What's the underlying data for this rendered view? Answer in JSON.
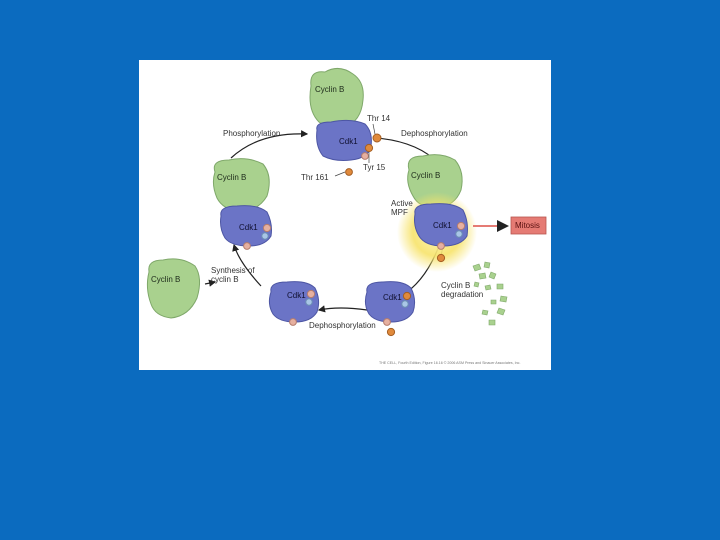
{
  "labels": {
    "cyclin": "Cyclin B",
    "cdk": "Cdk1",
    "thr14": "Thr 14",
    "thr161": "Thr 161",
    "tyr15": "Tyr 15",
    "phosphorylation": "Phosphorylation",
    "dephosphorylation_top": "Dephosphorylation",
    "dephosphorylation_bottom": "Dephosphorylation",
    "active_line1": "Active",
    "active_line2": "MPF",
    "mitosis": "Mitosis",
    "synthesis_line1": "Synthesis of",
    "synthesis_line2": "cyclin B",
    "degradation_line1": "Cyclin B",
    "degradation_line2": "degradation",
    "credit": "THE CELL, Fourth Edition, Figure 16.16 © 2006 ASM Press and Sinauer Associates, Inc."
  },
  "colors": {
    "background": "#0b6bbf",
    "cyclin": "#a9d18e",
    "cyclin_stroke": "#7fa86a",
    "cdk": "#6b74c6",
    "cdk_stroke": "#4d56a4",
    "phosphate_orange": "#e08a3c",
    "phosphate_pink": "#e6b0a0",
    "phosphate_blue": "#a9c6e6",
    "mitosis_box": "#e57b74",
    "glow": "#f7e36a"
  }
}
